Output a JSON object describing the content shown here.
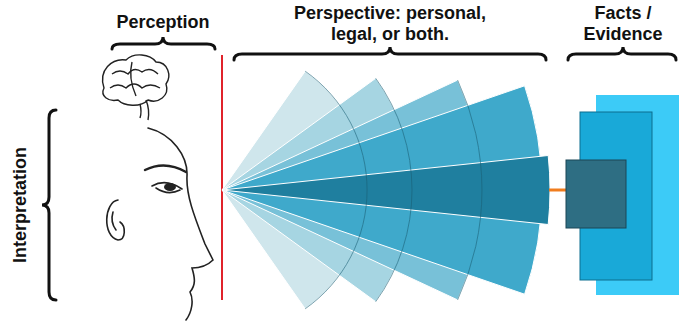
{
  "diagram": {
    "labels": [
      "Perception",
      "Perspective: personal, legal, or both.",
      "Facts / Evidence",
      "Interpretation"
    ]
  }
}
